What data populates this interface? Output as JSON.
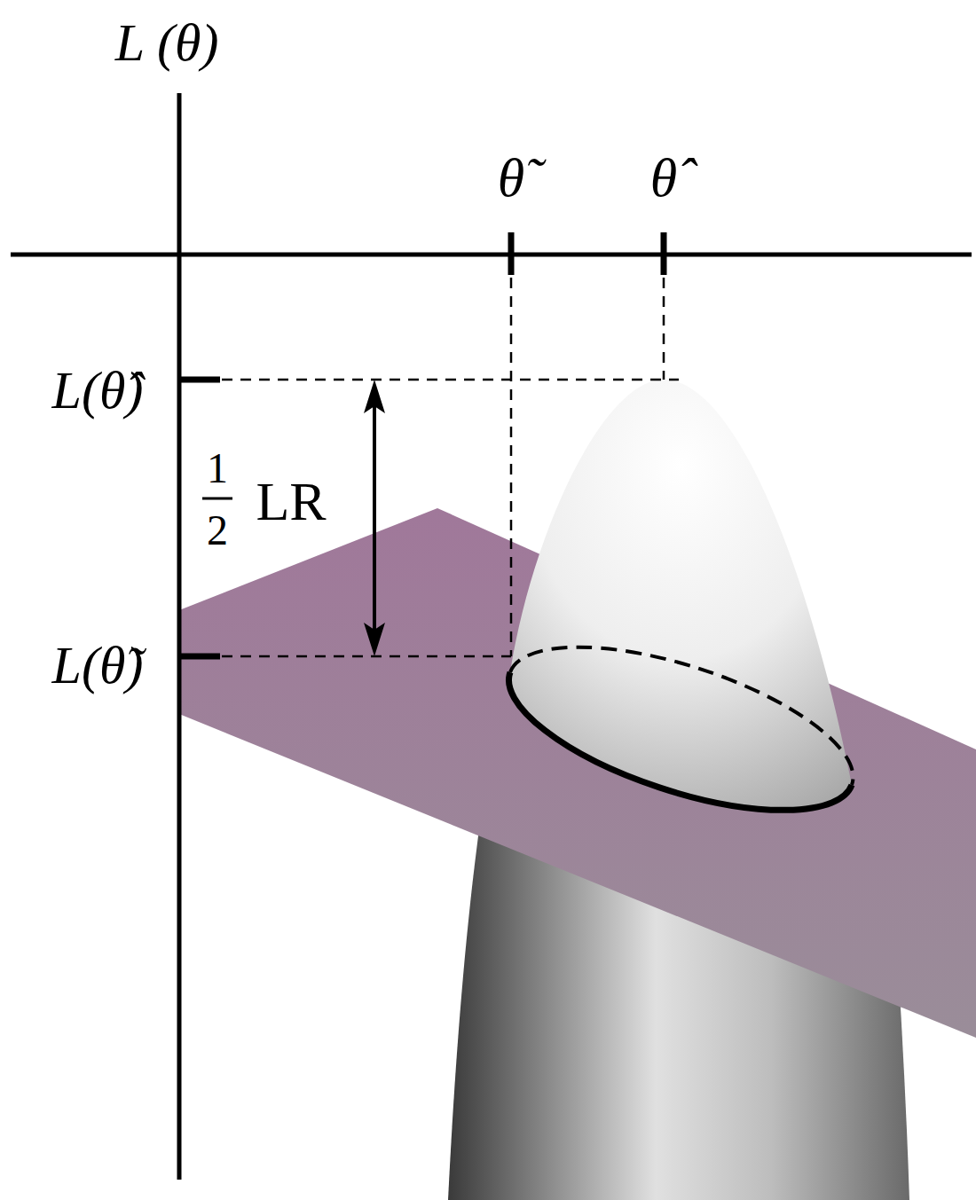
{
  "diagram": {
    "labels": [
      "L (θ)",
      "θ̃",
      "θ̂",
      "L(θ̂)",
      "1",
      "2",
      "LR",
      "L(θ̃)"
    ]
  }
}
